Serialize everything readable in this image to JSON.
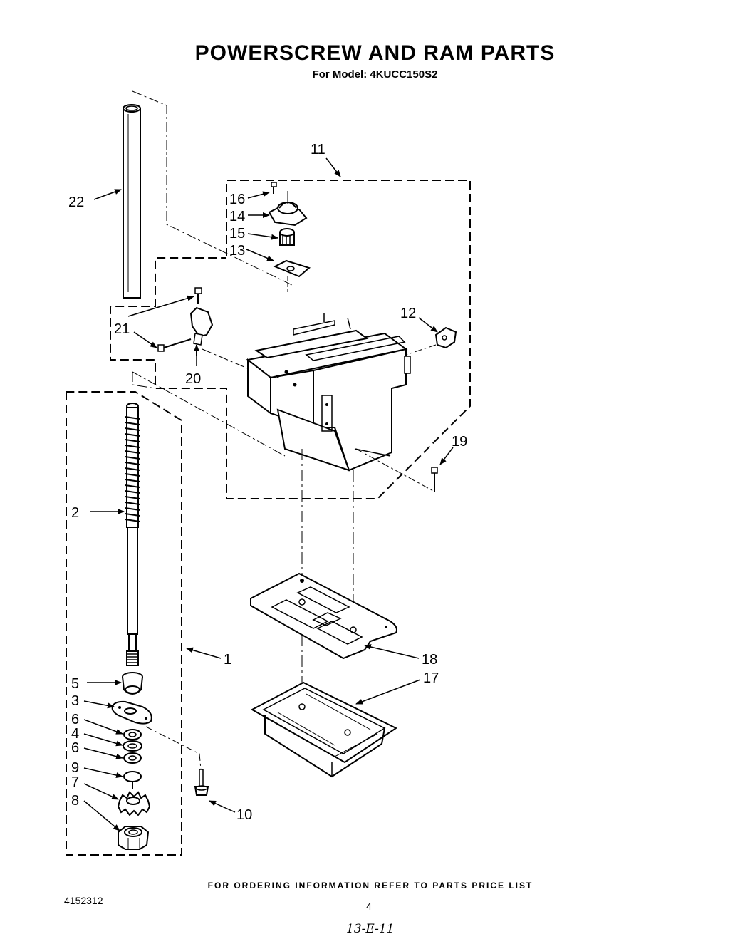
{
  "header": {
    "title": "POWERSCREW AND RAM PARTS",
    "subtitle": "For Model: 4KUCC150S2"
  },
  "callouts": {
    "c1": "1",
    "c2": "2",
    "c3": "3",
    "c4": "4",
    "c5": "5",
    "c6a": "6",
    "c6b": "6",
    "c7": "7",
    "c8": "8",
    "c9": "9",
    "c10": "10",
    "c11": "11",
    "c12": "12",
    "c13": "13",
    "c14": "14",
    "c15": "15",
    "c16": "16",
    "c17": "17",
    "c18": "18",
    "c19": "19",
    "c20": "20",
    "c21": "21",
    "c22": "22"
  },
  "footer": {
    "ordering_info": "FOR ORDERING INFORMATION REFER TO PARTS PRICE LIST",
    "doc_number": "4152312",
    "page_number": "4",
    "handwritten_note": "13-E-11"
  }
}
